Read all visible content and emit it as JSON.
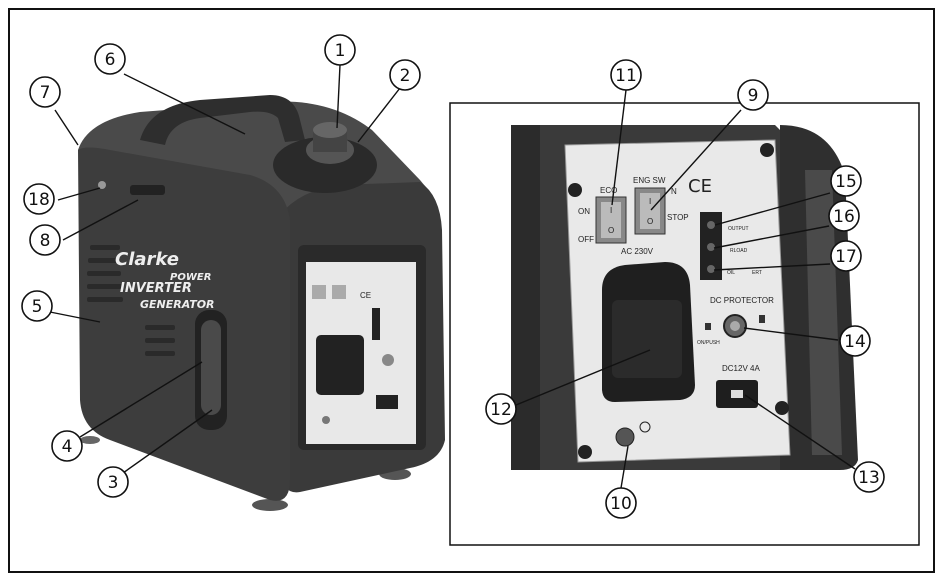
{
  "brand": {
    "name": "Clarke",
    "sub": "POWER",
    "line1": "INVERTER",
    "line2": "GENERATOR"
  },
  "panel": {
    "eco": "ECO",
    "on": "ON",
    "off": "OFF",
    "eng_sw": "ENG SW",
    "stop": "STOP",
    "on_short": "N",
    "ce": "CE",
    "output": "OUTPUT",
    "overload": "RLOAD",
    "oil_alert": "OIL ALERT",
    "oil_prefix": "OIL",
    "oil_suffix": "ERT",
    "ac": "AC 230V",
    "dc_protector": "DC PROTECTOR",
    "on_push": "ON/PUSH",
    "dc": "DC12V 4A",
    "zero": "O",
    "one": "I"
  },
  "callouts": [
    "1",
    "2",
    "3",
    "4",
    "5",
    "6",
    "7",
    "8",
    "9",
    "10",
    "11",
    "12",
    "13",
    "14",
    "15",
    "16",
    "17",
    "18"
  ]
}
